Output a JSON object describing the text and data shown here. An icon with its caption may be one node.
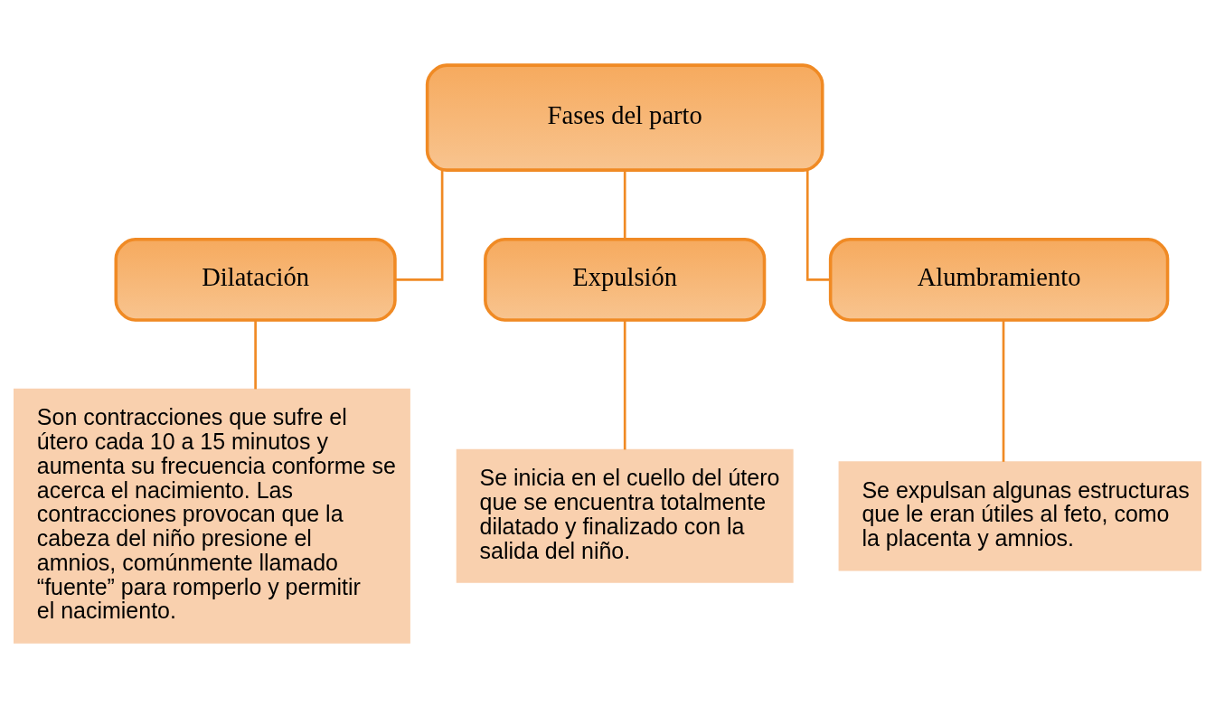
{
  "diagram": {
    "nodes": [
      {
        "text": [
          "Fases del parto"
        ]
      },
      {
        "text": [
          "Dilatación"
        ]
      },
      {
        "text": [
          "Expulsión"
        ]
      },
      {
        "text": [
          "Alumbramiento"
        ]
      },
      {
        "text": [
          "Son contracciones que sufre el útero cada 10 a 15 minutos y aumenta su frecuencia conforme se acerca el nacimiento. Las contracciones provocan que la cabeza del niño presione el amnios, comúnmente llamado “fuente” para romperlo y permitir el nacimiento."
        ]
      },
      {
        "text": [
          "Se inicia en el cuello del útero que se encuentra totalmente dilatado y finalizado con la salida del niño."
        ]
      },
      {
        "text": [
          "Se expulsan algunas estructuras que le eran útiles al feto, como la placenta y amnios."
        ]
      }
    ],
    "edges": [
      {
        "from": 0,
        "to": 1,
        "arrow": "none"
      },
      {
        "from": 0,
        "to": 2,
        "arrow": "none"
      },
      {
        "from": 0,
        "to": 3,
        "arrow": "none"
      },
      {
        "from": 1,
        "to": 4,
        "arrow": "none"
      },
      {
        "from": 2,
        "to": 5,
        "arrow": "none"
      },
      {
        "from": 3,
        "to": 6,
        "arrow": "none"
      }
    ]
  }
}
